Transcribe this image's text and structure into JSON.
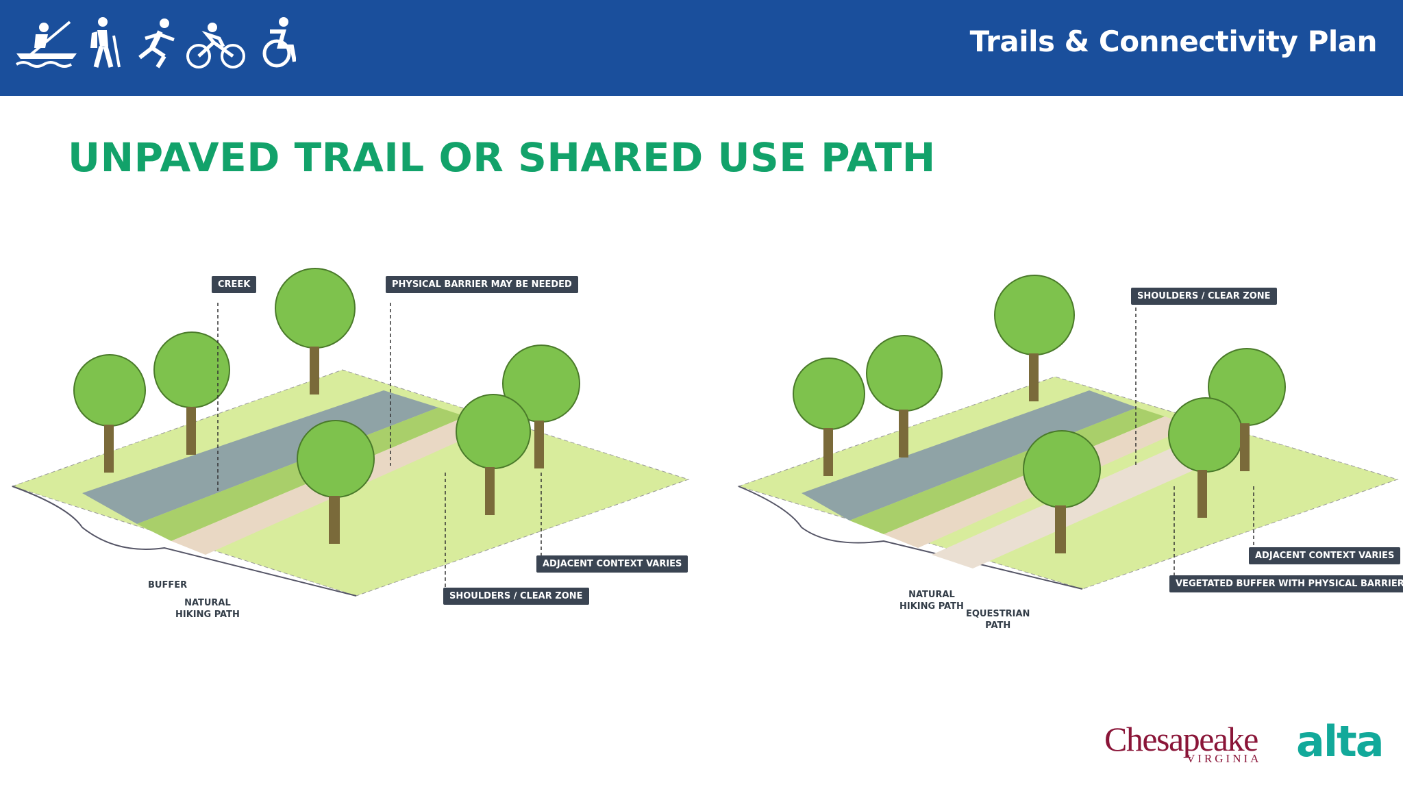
{
  "header": {
    "title": "Trails & Connectivity Plan",
    "icons": [
      "kayak-icon",
      "hiker-icon",
      "runner-icon",
      "cyclist-icon",
      "wheelchair-icon"
    ]
  },
  "page_title": "UNPAVED TRAIL OR SHARED USE PATH",
  "left_diagram": {
    "labels": {
      "creek": "CREEK",
      "barrier": "PHYSICAL BARRIER MAY BE NEEDED",
      "adjacent": "ADJACENT CONTEXT VARIES",
      "shoulders": "SHOULDERS / CLEAR ZONE",
      "buffer": "BUFFER",
      "hiking": "NATURAL\nHIKING PATH"
    }
  },
  "right_diagram": {
    "labels": {
      "shoulders": "SHOULDERS / CLEAR ZONE",
      "adjacent": "ADJACENT CONTEXT VARIES",
      "vegetated": "VEGETATED BUFFER WITH PHYSICAL BARRIER",
      "hiking": "NATURAL\nHIKING PATH",
      "equestrian": "EQUESTRIAN\nPATH"
    }
  },
  "logos": {
    "chesapeake": "Chesapeake",
    "chesapeake_sub": "VIRGINIA",
    "alta": "alta"
  },
  "colors": {
    "header_bg": "#1a4f9c",
    "title_green": "#12a26a",
    "grass": "#d8ec9c",
    "creek": "#8fa3a6",
    "tree": "#7ec24d",
    "tag_bg": "#3a4452",
    "chesapeake": "#8a1538",
    "alta": "#12a99a"
  }
}
